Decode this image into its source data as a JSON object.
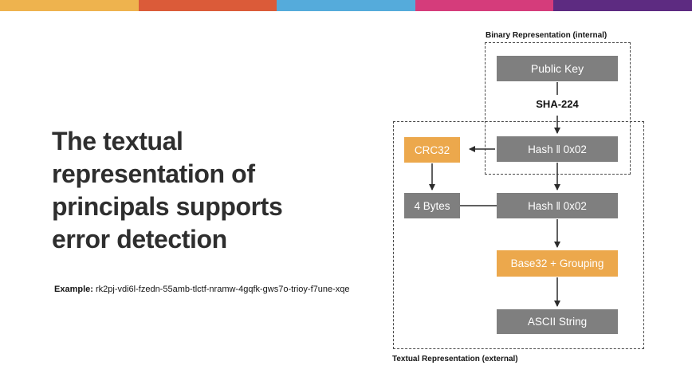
{
  "top_bar": {
    "colors": [
      "#eeb34e",
      "#db5b39",
      "#55abdb",
      "#d53c7b",
      "#5d2b81"
    ]
  },
  "title": {
    "lines": [
      "The textual",
      "representation of",
      "principals supports",
      "error detection"
    ],
    "color": "#2e2e2e"
  },
  "example": {
    "label": "Example:",
    "value": "rk2pj-vdi6l-fzedn-55amb-tlctf-nramw-4gqfk-gws7o-trioy-f7une-xqe"
  },
  "diagram": {
    "binary_region_label": "Binary Representation (internal)",
    "textual_region_label": "Textual Representation (external)",
    "edge_label": "SHA-224",
    "colors": {
      "box_gray": "#7f7f7f",
      "box_orange": "#eca84c",
      "arrow": "#2b2b2b"
    },
    "nodes": {
      "public_key": {
        "label": "Public Key",
        "color": "#7f7f7f"
      },
      "hash_concat_1": {
        "label": "Hash ‖ 0x02",
        "color": "#7f7f7f"
      },
      "crc32": {
        "label": "CRC32",
        "color": "#eca84c"
      },
      "four_bytes": {
        "label": "4 Bytes",
        "color": "#7f7f7f"
      },
      "hash_concat_2": {
        "label": "Hash ‖ 0x02",
        "color": "#7f7f7f"
      },
      "base32_grouping": {
        "label": "Base32 + Grouping",
        "color": "#eca84c"
      },
      "ascii_string": {
        "label": "ASCII String",
        "color": "#7f7f7f"
      }
    }
  }
}
